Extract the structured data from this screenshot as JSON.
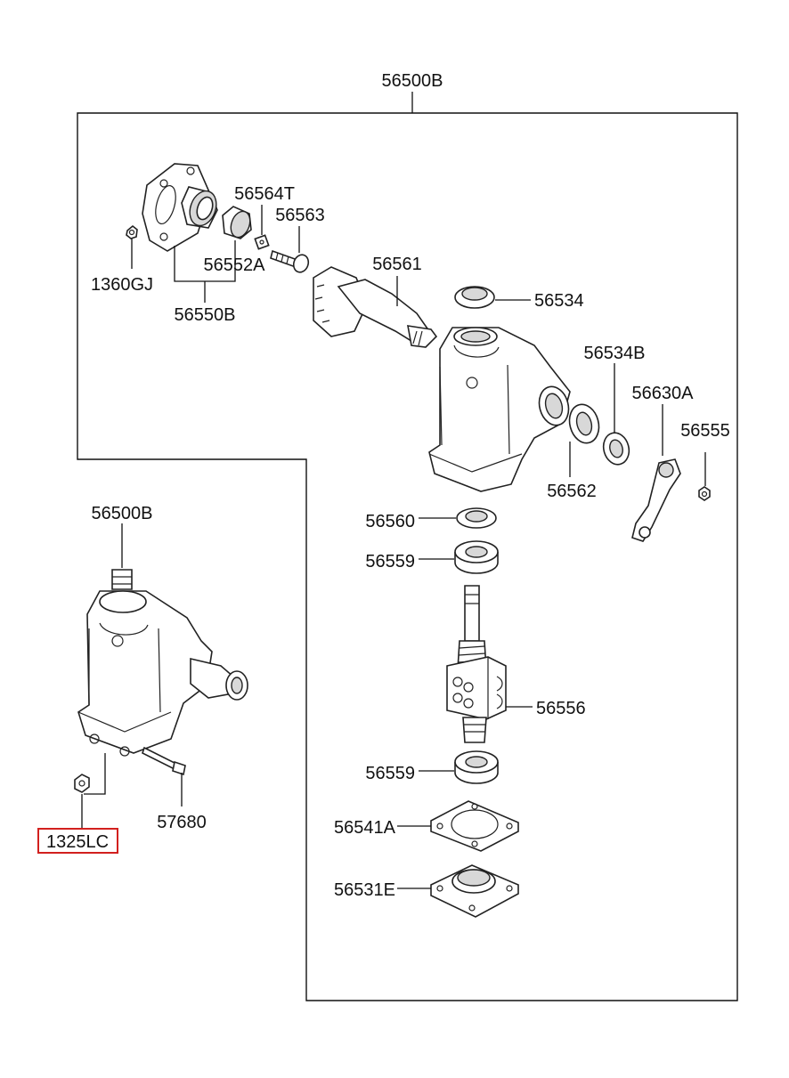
{
  "diagram": {
    "assembly_label": "56500B",
    "labels": {
      "p1360GJ": "1360GJ",
      "p56550B": "56550B",
      "p56564T": "56564T",
      "p56563": "56563",
      "p56552A": "56552A",
      "p56561": "56561",
      "p56534": "56534",
      "p56534B": "56534B",
      "p56630A": "56630A",
      "p56555": "56555",
      "p56562": "56562",
      "p56560": "56560",
      "p56559_top": "56559",
      "p56556": "56556",
      "p56559_bottom": "56559",
      "p56541A": "56541A",
      "p56531E": "56531E",
      "p56500B_inset": "56500B",
      "p57680": "57680",
      "p1325LC": "1325LC"
    },
    "highlighted_part": "1325LC",
    "highlight_color": "#d2201e"
  }
}
